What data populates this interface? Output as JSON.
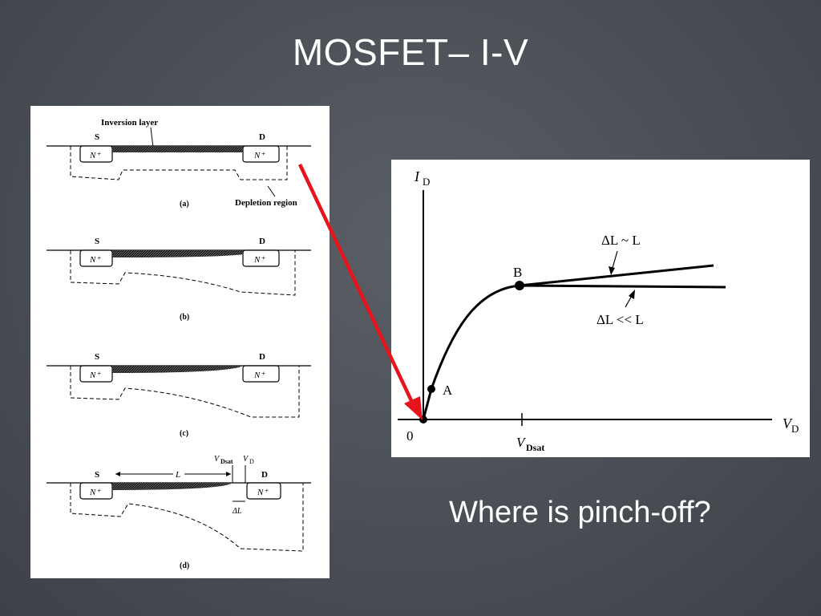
{
  "slide": {
    "title": "MOSFET– I-V",
    "caption": "Where is pinch-off?"
  },
  "cross_sections": {
    "source_label": "S",
    "drain_label": "D",
    "nplus_label": "N⁺",
    "inversion_layer_label": "Inversion layer",
    "depletion_region_label": "Depletion region",
    "panel_labels": [
      "(a)",
      "(b)",
      "(c)",
      "(d)"
    ],
    "length_label": "L",
    "vdsat_label": "V",
    "vdsat_sub": "Dsat",
    "vd_label": "V",
    "vd_sub": "D",
    "delta_l_label": "ΔL"
  },
  "iv_graph": {
    "y_axis_label": "I",
    "y_axis_sub": "D",
    "x_axis_label": "V",
    "x_axis_sub": "D",
    "origin_label": "0",
    "vdsat_tick_label": "V",
    "vdsat_tick_sub": "Dsat",
    "point_a_label": "A",
    "point_b_label": "B",
    "upper_curve_label": "ΔL ~ L",
    "lower_curve_label": "ΔL << L"
  },
  "colors": {
    "background": "#4a4e55",
    "arrow": "#e8141b",
    "title_text": "#ffffff"
  }
}
